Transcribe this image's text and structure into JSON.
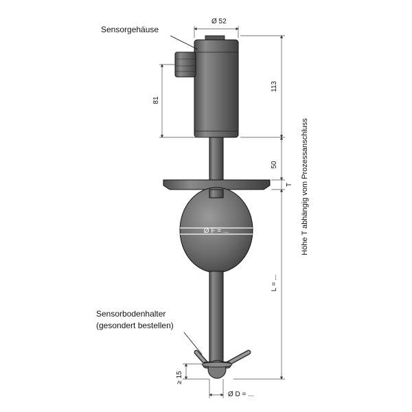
{
  "labels": {
    "sensor_housing": "Sensorgehäuse",
    "bottom_holder_line1": "Sensorbodenhalter",
    "bottom_holder_line2": "(gesondert bestellen)",
    "side_note": "Höhe T abhängig vom Prozessanschluss"
  },
  "dimensions": {
    "housing_diameter": "Ø 52",
    "housing_height": "113",
    "cable_gland_height": "81",
    "neck_height": "50",
    "flange_T": "T",
    "float_diameter": "Ø F = ...",
    "length_L": "L = ...",
    "min_15": "≥ 15",
    "tube_diameter": "Ø D = ..."
  },
  "colors": {
    "body_fill": "#6f6f6f",
    "line": "#111111",
    "dim_line": "#444444"
  }
}
